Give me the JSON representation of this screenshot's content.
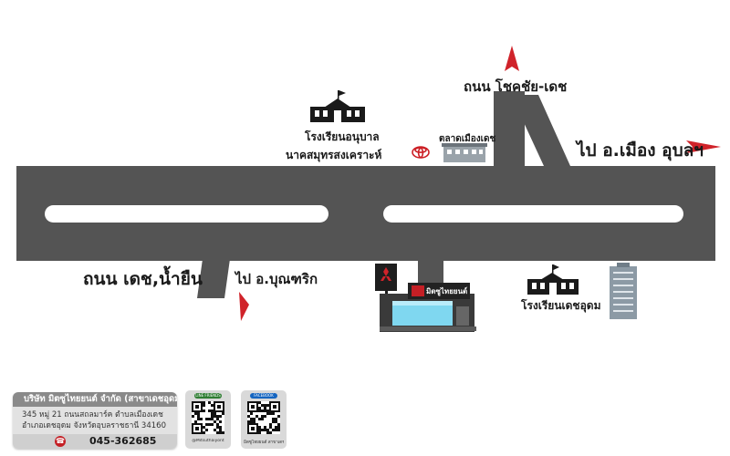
{
  "map": {
    "roads": {
      "north_road_label": "ถนน โชคชัย-เดช",
      "to_mueang_label": "ไป อ.เมือง อุบลฯ",
      "west_road_label": "ถนน เดช,น้ำยืน",
      "to_buntharik_label": "ไป อ.บุณฑริก"
    },
    "landmarks": {
      "kindergarten_line1": "โรงเรียนอนุบาล",
      "kindergarten_line2": "นาคสมุทรสงเคราะห์",
      "market": "ตลาดเมืองเดช",
      "school_detudom": "โรงเรียนเดชอุดม",
      "dealer_sign": "มิตซูไทยยนต์"
    },
    "icons": {
      "arrow": "red-arrow-icon",
      "school": "school-building-icon",
      "toyota": "toyota-logo-icon",
      "market": "market-building-icon",
      "mitsubishi": "mitsubishi-logo-icon",
      "tower": "office-tower-icon"
    },
    "colors": {
      "road": "#545454",
      "arrow": "#d0232a",
      "dealer_accent": "#c41f25",
      "tower": "#8c9aa5"
    }
  },
  "contact": {
    "company": "บริษัท มิตซูไทยยนต์ จำกัด (สาขาเดชอุดม)",
    "address_line1": "345 หมู่ 21 ถนนสถลมาร์ค ตำบลเมืองเดช",
    "address_line2": "อำเภอเดชอุดม จังหวัดอุบลราชธานี 34160",
    "phone": "045-362685"
  },
  "qr_codes": [
    {
      "tag": "LINE FRIENDS",
      "caption": "@Mitsuthaiyont",
      "tag_color": "#2e7d32"
    },
    {
      "tag": "FACEBOOK",
      "caption": "มิตซูไทยยนต์ สาขาเดชอุดม",
      "tag_color": "#1565c0"
    }
  ]
}
